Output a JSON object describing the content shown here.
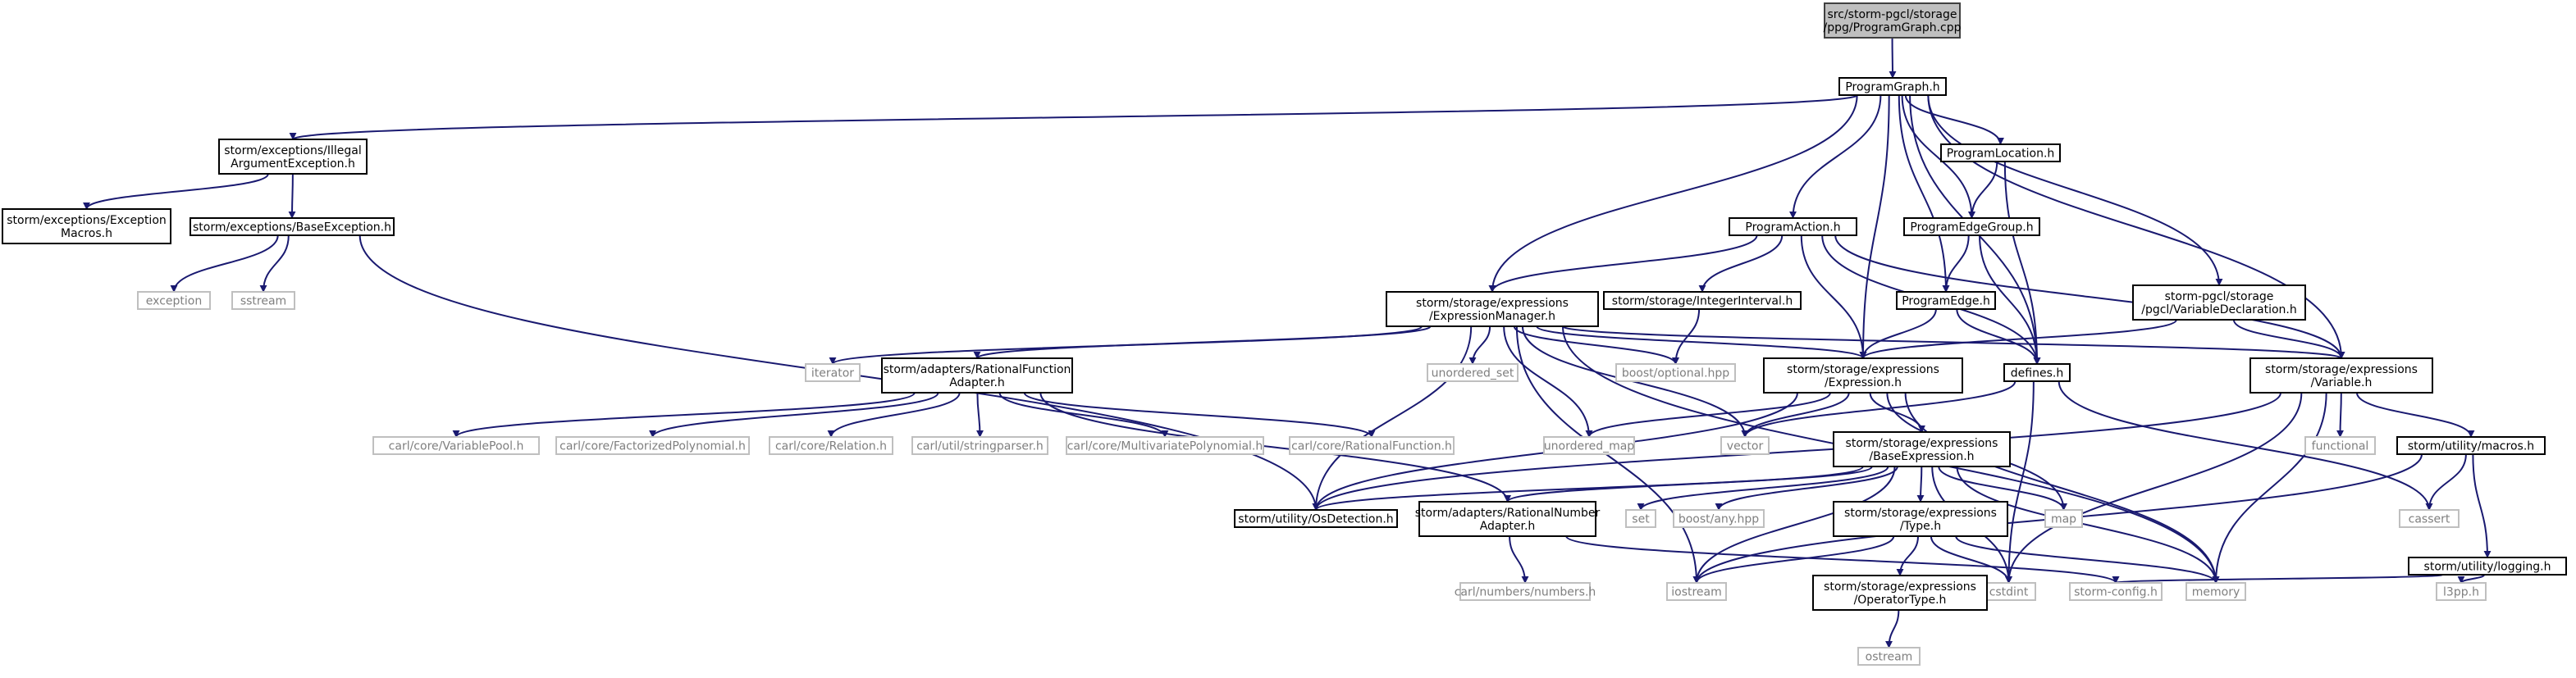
{
  "nodes": {
    "root": [
      "src/storm-pgcl/storage",
      "/ppg/ProgramGraph.cpp"
    ],
    "pg": [
      "ProgramGraph.h"
    ],
    "illegal": [
      "storm/exceptions/Illegal",
      "ArgumentException.h"
    ],
    "excmacros": [
      "storm/exceptions/Exception",
      "Macros.h"
    ],
    "baseexc": [
      "storm/exceptions/BaseException.h"
    ],
    "exception": [
      "exception"
    ],
    "sstream": [
      "sstream"
    ],
    "ploc": [
      "ProgramLocation.h"
    ],
    "peg": [
      "ProgramEdgeGroup.h"
    ],
    "paction": [
      "ProgramAction.h"
    ],
    "pedge": [
      "ProgramEdge.h"
    ],
    "exprmgr": [
      "storm/storage/expressions",
      "/ExpressionManager.h"
    ],
    "intinterval": [
      "storm/storage/IntegerInterval.h"
    ],
    "vardecl": [
      "storm-pgcl/storage",
      "/pgcl/VariableDeclaration.h"
    ],
    "iterator": [
      "iterator"
    ],
    "rfadapter": [
      "storm/adapters/RationalFunction",
      "Adapter.h"
    ],
    "unordered_set": [
      "unordered_set"
    ],
    "optional": [
      "boost/optional.hpp"
    ],
    "expr": [
      "storm/storage/expressions",
      "/Expression.h"
    ],
    "defines": [
      "defines.h"
    ],
    "variable": [
      "storm/storage/expressions",
      "/Variable.h"
    ],
    "varpool": [
      "carl/core/VariablePool.h"
    ],
    "factpoly": [
      "carl/core/FactorizedPolynomial.h"
    ],
    "relation": [
      "carl/core/Relation.h"
    ],
    "stringparser": [
      "carl/util/stringparser.h"
    ],
    "multipoly": [
      "carl/core/MultivariatePolynomial.h"
    ],
    "ratfunc": [
      "carl/core/RationalFunction.h"
    ],
    "unordered_map": [
      "unordered_map"
    ],
    "vector": [
      "vector"
    ],
    "functional": [
      "functional"
    ],
    "macros": [
      "storm/utility/macros.h"
    ],
    "baseexpr": [
      "storm/storage/expressions",
      "/BaseExpression.h"
    ],
    "map": [
      "map"
    ],
    "cassert": [
      "cassert"
    ],
    "osdetect": [
      "storm/utility/OsDetection.h"
    ],
    "rnadapter": [
      "storm/adapters/RationalNumber",
      "Adapter.h"
    ],
    "set": [
      "set"
    ],
    "anyhpp": [
      "boost/any.hpp"
    ],
    "type": [
      "storm/storage/expressions",
      "/Type.h"
    ],
    "logging": [
      "storm/utility/logging.h"
    ],
    "carlnumbers": [
      "carl/numbers/numbers.h"
    ],
    "iostream": [
      "iostream"
    ],
    "cstdint": [
      "cstdint"
    ],
    "stormconfig": [
      "storm-config.h"
    ],
    "memory": [
      "memory"
    ],
    "l3pp": [
      "l3pp.h"
    ],
    "optype": [
      "storm/storage/expressions",
      "/OperatorType.h"
    ],
    "ostream": [
      "ostream"
    ]
  },
  "colors": {
    "edge": "#191970",
    "node_border": "#000000",
    "system_border": "#bfbfbf",
    "system_text": "#7f7f7f",
    "root_fill": "#bfbfbf",
    "root_border": "#404040"
  }
}
